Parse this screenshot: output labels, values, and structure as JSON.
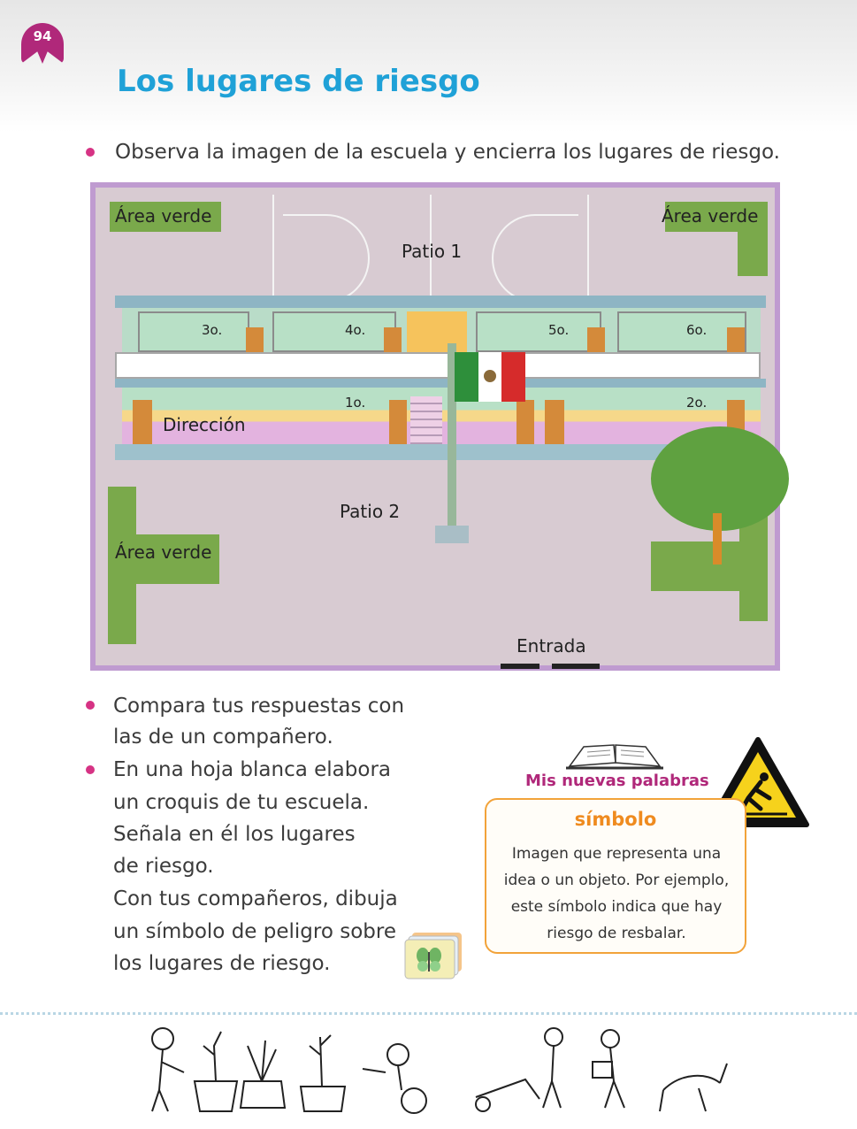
{
  "page_number": "94",
  "title": "Los lugares de riesgo",
  "instruction_1": "Observa la imagen de la escuela y encierra los lugares de riesgo.",
  "map": {
    "area_verde_tl": "Área verde",
    "area_verde_tr": "Área verde",
    "area_verde_bl": "Área verde",
    "patio_1": "Patio 1",
    "patio_2": "Patio 2",
    "entrada": "Entrada",
    "direccion": "Dirección",
    "room_3": "3o.",
    "room_4": "4o.",
    "room_5": "5o.",
    "room_6": "6o.",
    "room_1": "1o.",
    "room_2": "2o."
  },
  "instructions": [
    [
      "Compara tus respuestas con",
      "las de un compañero."
    ],
    [
      "En una hoja blanca elabora",
      "un croquis de tu escuela.",
      "Señala en él los lugares",
      "de riesgo.",
      "Con tus compañeros, dibuja",
      "un símbolo de peligro sobre",
      "los lugares de riesgo."
    ]
  ],
  "glossary": {
    "heading": "Mis nuevas palabras",
    "word": "símbolo",
    "definition": "Imagen que representa una idea o un objeto. Por ejemplo, este símbolo indica que hay riesgo de resbalar."
  },
  "icons": [
    "open-book-icon",
    "wet-floor-warning-icon",
    "folder-icon",
    "butterfly-icon"
  ],
  "colors": {
    "title": "#1fa1d7",
    "bullet": "#d63384",
    "page_badge": "#b0287a",
    "glossary_border": "#f2a33a",
    "glossary_word": "#ef8b1f"
  }
}
